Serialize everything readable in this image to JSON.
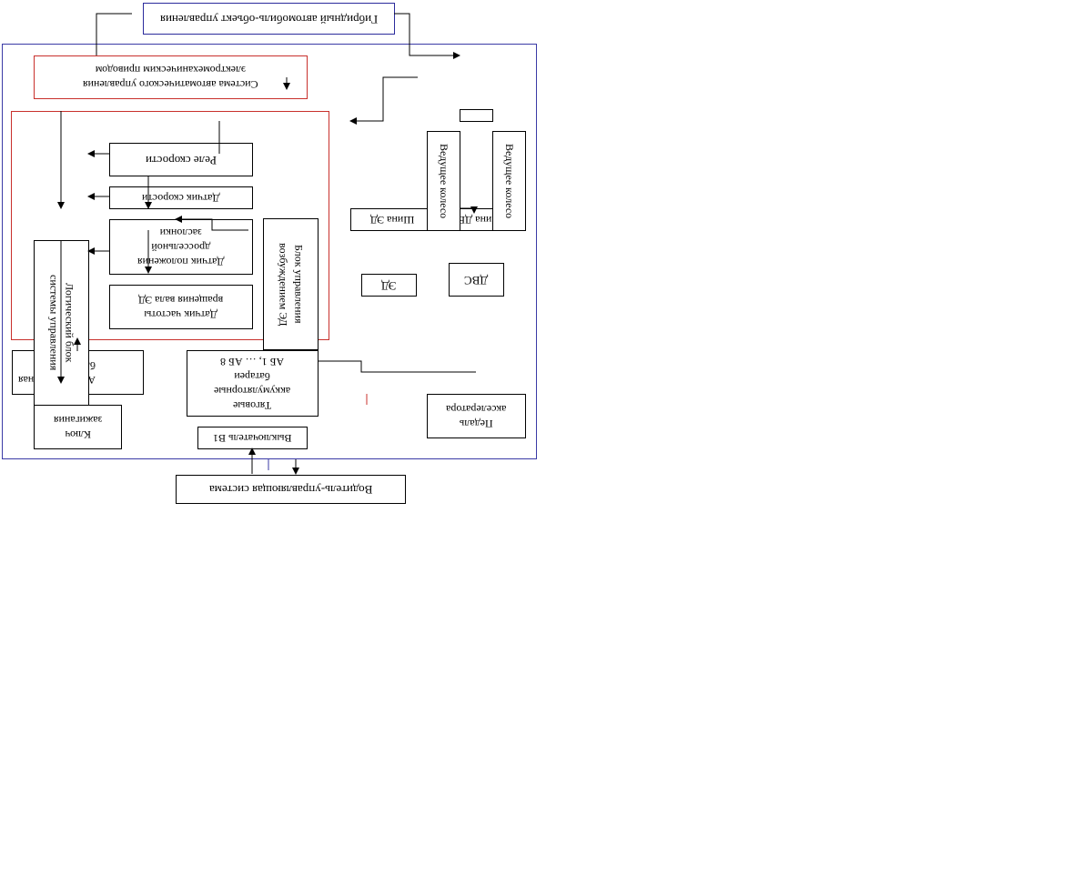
{
  "diagram": {
    "object_label": "Гибридный автомобиль-объект управления",
    "control_system_label": "Система автоматического управления\nэлектромеханическим приводом",
    "speed_relay_label": "Реле скорости",
    "speed_sensor_label": "Датчик скорости",
    "throttle_sensor_label": "Датчик положения\nдроссельной\nзаслонки",
    "motor_rpm_sensor_label": "Датчик частоты\nвращения вала ЭД",
    "logic_unit_label": "Логический блок\nсистемы управления",
    "excitation_unit_label": "Блок управления\nвозбуждением ЭД",
    "battery_label": "Аккумуляторная\nбатарея",
    "traction_batteries_label": "Тяговые\nаккумуляторные\nбатареи\nАБ 1, … АБ 8",
    "ignition_key_label": "Ключ\nзажигания",
    "switch_label": "Выключатель В1",
    "driver_label": "Водитель-управляющая система",
    "accelerator_pedal_label": "Педаль\nакселератора",
    "motor_label": "ЭД",
    "engine_label": "ДВС",
    "motor_bus_label": "Шина ЭД",
    "engine_bus_label": "Шина ДВС",
    "drive_wheel_left_label": "Ведущее колесо",
    "drive_wheel_right_label": "Ведущее колесо"
  },
  "colors": {
    "frame_blue": "#3a3aa6",
    "title_blue": "#2b2b9c",
    "frame_red": "#c8302c",
    "line": "#000000"
  }
}
